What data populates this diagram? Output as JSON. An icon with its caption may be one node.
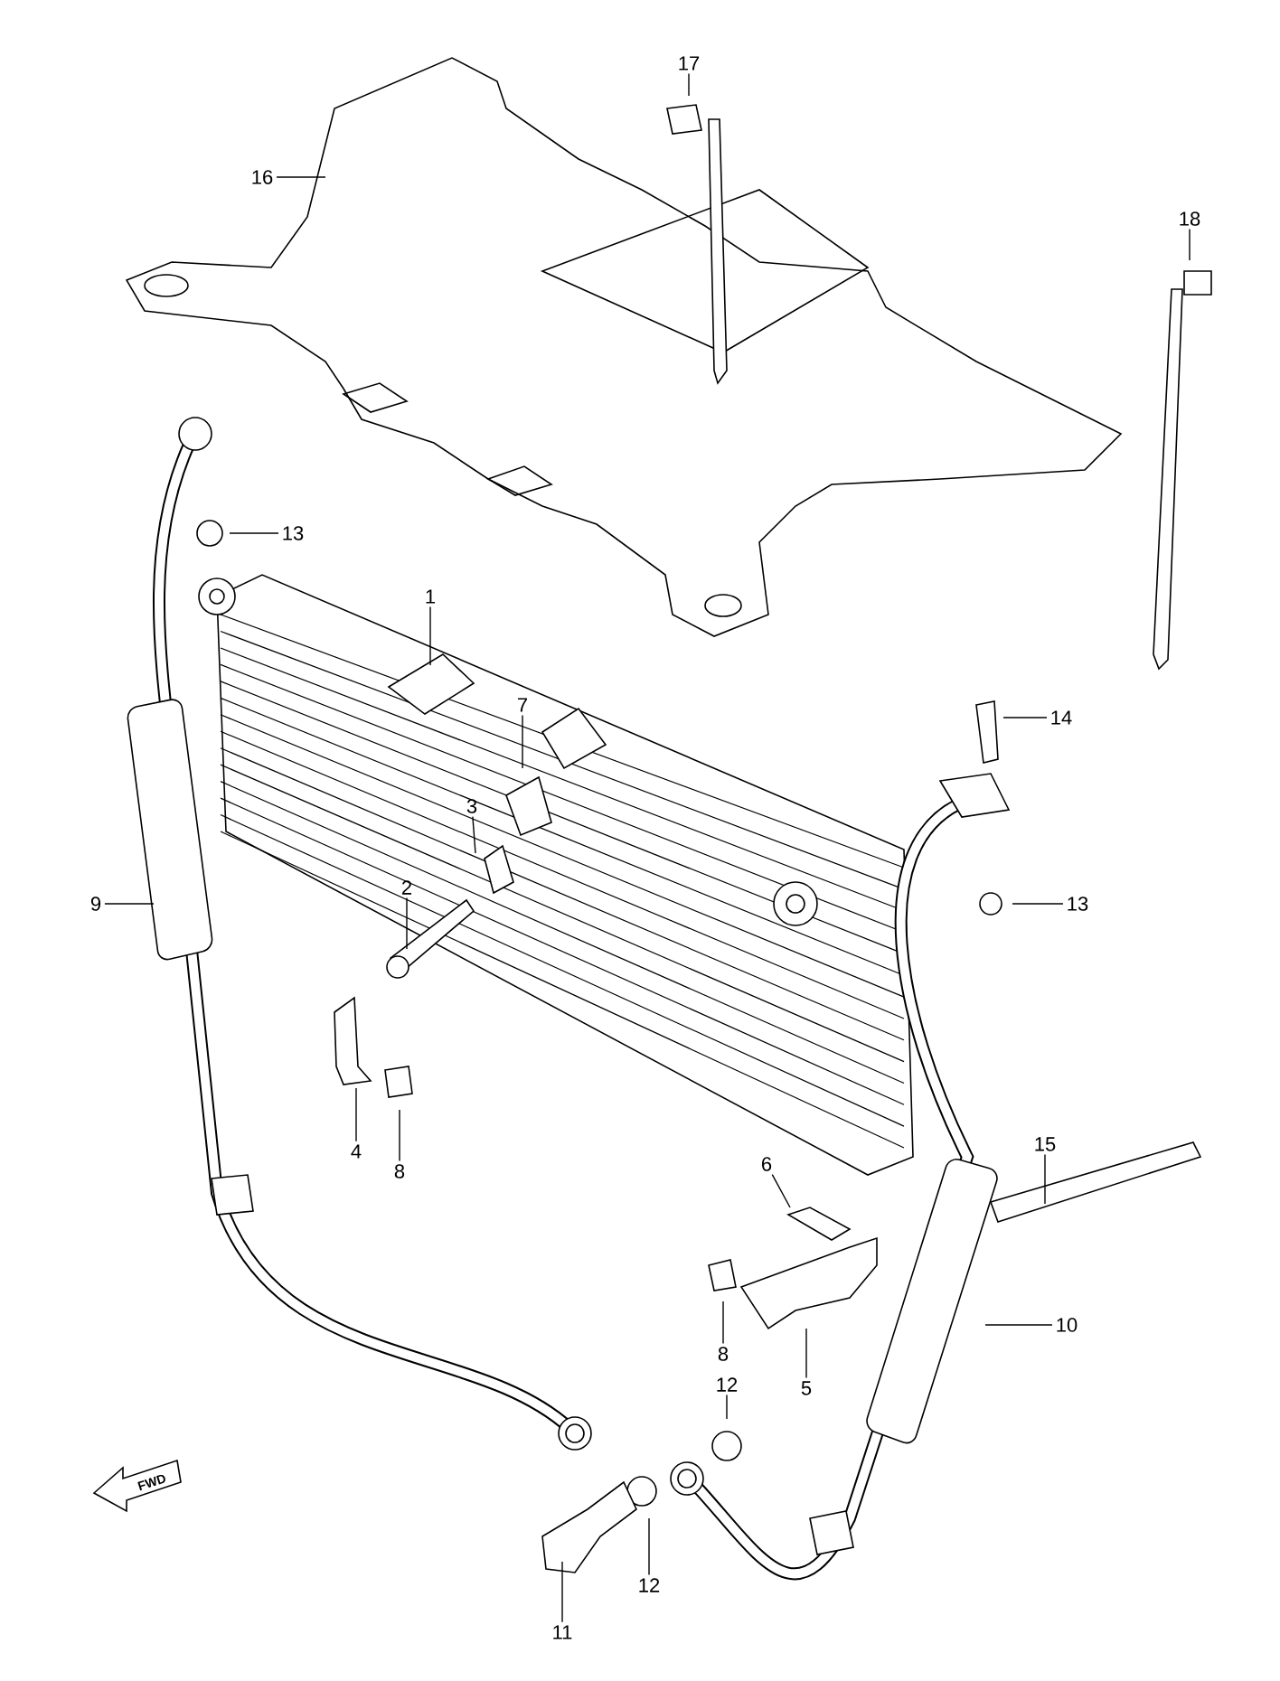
{
  "diagram": {
    "nodes": [
      {
        "text": [
          "17"
        ]
      },
      {
        "text": [
          "16"
        ]
      },
      {
        "text": [
          "18"
        ]
      },
      {
        "text": [
          "13"
        ]
      },
      {
        "text": [
          "1"
        ]
      },
      {
        "text": [
          "7"
        ]
      },
      {
        "text": [
          "3"
        ]
      },
      {
        "text": [
          "14"
        ]
      },
      {
        "text": [
          "2"
        ]
      },
      {
        "text": [
          "9"
        ]
      },
      {
        "text": [
          "13"
        ]
      },
      {
        "text": [
          "4"
        ]
      },
      {
        "text": [
          "8"
        ]
      },
      {
        "text": [
          "6"
        ]
      },
      {
        "text": [
          "15"
        ]
      },
      {
        "text": [
          "8"
        ]
      },
      {
        "text": [
          "5"
        ]
      },
      {
        "text": [
          "10"
        ]
      },
      {
        "text": [
          "12"
        ]
      },
      {
        "text": [
          "12"
        ]
      },
      {
        "text": [
          "11"
        ]
      }
    ],
    "edges": [
      {
        "from": 0,
        "to": null,
        "arrow": "none"
      },
      {
        "from": 1,
        "to": null,
        "arrow": "none"
      },
      {
        "from": 2,
        "to": null,
        "arrow": "none"
      },
      {
        "from": 3,
        "to": null,
        "arrow": "none"
      },
      {
        "from": 4,
        "to": null,
        "arrow": "none"
      },
      {
        "from": 5,
        "to": null,
        "arrow": "none"
      },
      {
        "from": 6,
        "to": null,
        "arrow": "none"
      },
      {
        "from": 7,
        "to": null,
        "arrow": "none"
      },
      {
        "from": 8,
        "to": null,
        "arrow": "none"
      },
      {
        "from": 9,
        "to": null,
        "arrow": "none"
      },
      {
        "from": 10,
        "to": null,
        "arrow": "none"
      },
      {
        "from": 11,
        "to": null,
        "arrow": "none"
      },
      {
        "from": 12,
        "to": null,
        "arrow": "none"
      },
      {
        "from": 13,
        "to": null,
        "arrow": "none"
      },
      {
        "from": 14,
        "to": null,
        "arrow": "none"
      },
      {
        "from": 15,
        "to": null,
        "arrow": "none"
      },
      {
        "from": 16,
        "to": null,
        "arrow": "none"
      },
      {
        "from": 17,
        "to": null,
        "arrow": "none"
      },
      {
        "from": 18,
        "to": null,
        "arrow": "none"
      },
      {
        "from": 19,
        "to": null,
        "arrow": "none"
      },
      {
        "from": 20,
        "to": null,
        "arrow": "none"
      }
    ],
    "labels": [
      "FWD"
    ]
  }
}
